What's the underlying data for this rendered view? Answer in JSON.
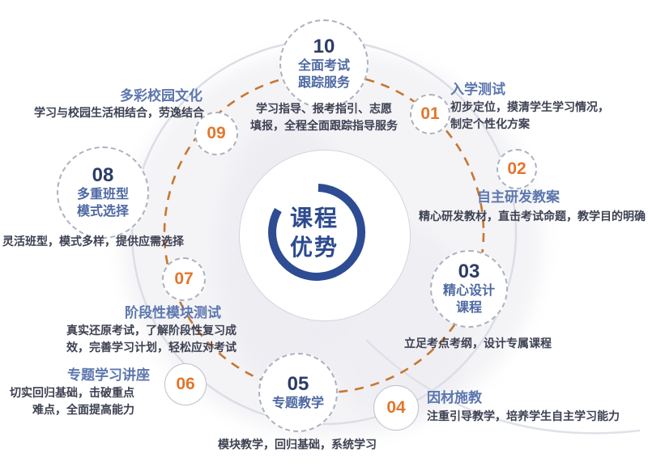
{
  "center": {
    "line1": "课程",
    "line2": "优势"
  },
  "colors": {
    "navy_ring": "#2e4c93",
    "navy_number": "#2c3c66",
    "blue_title": "#5d77ae",
    "blue_circle_title": "#4d68a2",
    "orange_number": "#e2762c",
    "orange_dash": "#c8762f",
    "gray_circle": "#d9dce4",
    "body_text": "#3d4152"
  },
  "items": [
    {
      "number": "01",
      "title": "入学测试",
      "desc1": "初步定位，摸清学生学习情况，",
      "desc2": "制定个性化方案"
    },
    {
      "number": "02",
      "title": "自主研发教案",
      "desc1": "精心研发教材，直击考试命题，教学目的明确"
    },
    {
      "number": "03",
      "circle_title1": "精心设计",
      "circle_title2": "课程",
      "desc1": "立足考点考纲，设计专属课程"
    },
    {
      "number": "04",
      "title": "因材施教",
      "desc1": "注重引导教学，培养学生自主学习能力"
    },
    {
      "number": "05",
      "circle_title1": "专题教学",
      "desc1": "模块教学，回归基础，系统学习"
    },
    {
      "number": "06",
      "title": "专题学习讲座",
      "desc1": "切实回归基础，击破重点",
      "desc2": "难点，全面提高能力"
    },
    {
      "number": "07",
      "title": "阶段性模块测试",
      "desc1": "真实还原考试，了解阶段性复习成",
      "desc2": "效，完善学习计划，轻松应对考试"
    },
    {
      "number": "08",
      "circle_title1": "多重班型",
      "circle_title2": "模式选择",
      "desc1": "灵活班型，模式多样，提供应需选择"
    },
    {
      "number": "09",
      "title": "多彩校园文化",
      "desc1": "学习与校园生活相结合，劳逸结合"
    },
    {
      "number": "10",
      "circle_title1": "全面考试",
      "circle_title2": "跟踪服务",
      "desc1": "学习指导、报考指引、志愿",
      "desc2": "填报，全程全面跟踪指导服务"
    }
  ]
}
